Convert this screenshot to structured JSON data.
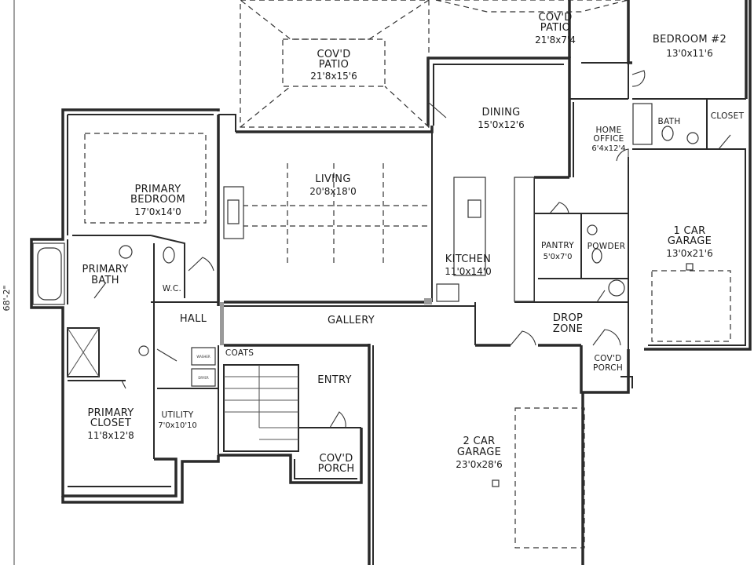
{
  "plan": {
    "dimension_label": "68'-2\"",
    "rooms": {
      "patio_center": {
        "name_1": "COV'D",
        "name_2": "PATIO",
        "dims": "21'8x15'6"
      },
      "patio_top": {
        "name_1": "COV'D",
        "name_2": "PATIO",
        "dims": "21'8x7'4"
      },
      "bedroom2": {
        "name": "BEDROOM #2",
        "dims": "13'0x11'6"
      },
      "dining": {
        "name": "DINING",
        "dims": "15'0x12'6"
      },
      "bath": {
        "name": "BATH"
      },
      "closet": {
        "name": "CLOSET"
      },
      "home_office": {
        "name_1": "HOME",
        "name_2": "OFFICE",
        "dims": "6'4x12'4"
      },
      "primary_bedroom": {
        "name_1": "PRIMARY",
        "name_2": "BEDROOM",
        "dims": "17'0x14'0"
      },
      "living": {
        "name": "LIVING",
        "dims": "20'8x18'0"
      },
      "garage1": {
        "name_1": "1 CAR",
        "name_2": "GARAGE",
        "dims": "13'0x21'6"
      },
      "pantry": {
        "name": "PANTRY",
        "dims": "5'0x7'0"
      },
      "powder": {
        "name": "POWDER"
      },
      "primary_bath": {
        "name_1": "PRIMARY",
        "name_2": "BATH"
      },
      "wc": {
        "name": "W.C."
      },
      "kitchen": {
        "name": "KITCHEN",
        "dims": "11'0x14'0"
      },
      "hall": {
        "name": "HALL"
      },
      "gallery": {
        "name": "GALLERY"
      },
      "drop_zone": {
        "name_1": "DROP",
        "name_2": "ZONE"
      },
      "coats": {
        "name": "COATS"
      },
      "entry": {
        "name": "ENTRY"
      },
      "porch_side": {
        "name_1": "COV'D",
        "name_2": "PORCH"
      },
      "primary_closet": {
        "name_1": "PRIMARY",
        "name_2": "CLOSET",
        "dims": "11'8x12'8"
      },
      "utility": {
        "name": "UTILITY",
        "dims": "7'0x10'10"
      },
      "porch_front": {
        "name_1": "COV'D",
        "name_2": "PORCH"
      },
      "garage2": {
        "name_1": "2 CAR",
        "name_2": "GARAGE",
        "dims": "23'0x28'6"
      }
    },
    "appliances": {
      "washer": "WASHER",
      "dryer": "DRYER"
    }
  }
}
